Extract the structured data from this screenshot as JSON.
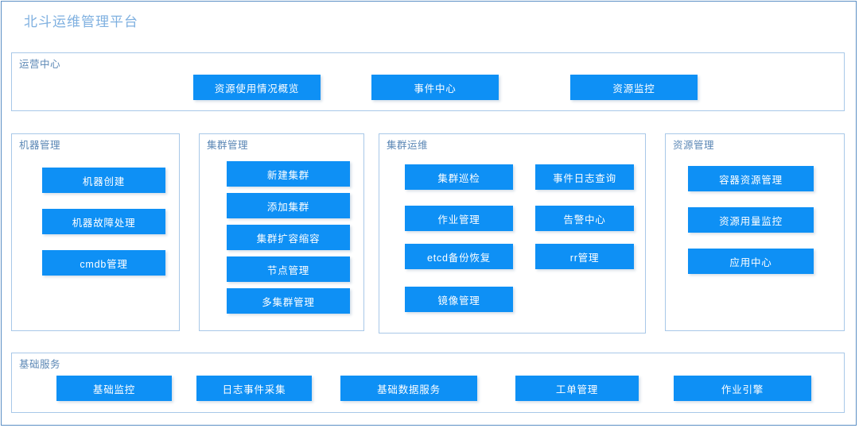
{
  "app": {
    "title": "北斗运维管理平台",
    "accent_color": "#0e90f5",
    "title_color": "#7fb0e0",
    "panel_border_color": "#a8c8e8",
    "frame_border_color": "#5b8fc4",
    "panel_label_color": "#5b87b5"
  },
  "sections": {
    "operations_center": {
      "label": "运营中心",
      "buttons": [
        {
          "label": "资源使用情况概览"
        },
        {
          "label": "事件中心"
        },
        {
          "label": "资源监控"
        }
      ]
    },
    "machine_management": {
      "label": "机器管理",
      "buttons": [
        {
          "label": "机器创建"
        },
        {
          "label": "机器故障处理"
        },
        {
          "label": "cmdb管理"
        }
      ]
    },
    "cluster_management": {
      "label": "集群管理",
      "buttons": [
        {
          "label": "新建集群"
        },
        {
          "label": "添加集群"
        },
        {
          "label": "集群扩容缩容"
        },
        {
          "label": "节点管理"
        },
        {
          "label": "多集群管理"
        }
      ]
    },
    "cluster_operations": {
      "label": "集群运维",
      "column_left": [
        {
          "label": "集群巡检"
        },
        {
          "label": "作业管理"
        },
        {
          "label": "etcd备份恢复"
        },
        {
          "label": "镜像管理"
        }
      ],
      "column_right": [
        {
          "label": "事件日志查询"
        },
        {
          "label": "告警中心"
        },
        {
          "label": "rr管理"
        }
      ]
    },
    "resource_management": {
      "label": "资源管理",
      "buttons": [
        {
          "label": "容器资源管理"
        },
        {
          "label": "资源用量监控"
        },
        {
          "label": "应用中心"
        }
      ]
    },
    "basic_services": {
      "label": "基础服务",
      "buttons": [
        {
          "label": "基础监控"
        },
        {
          "label": "日志事件采集"
        },
        {
          "label": "基础数据服务"
        },
        {
          "label": "工单管理"
        },
        {
          "label": "作业引擎"
        }
      ]
    }
  }
}
